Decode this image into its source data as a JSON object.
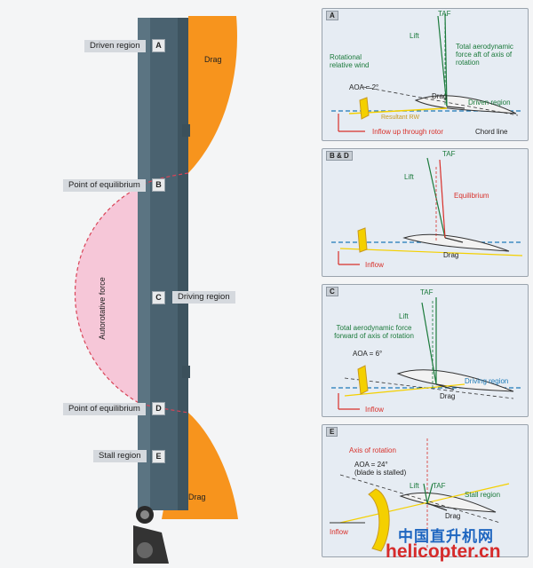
{
  "left_diagram": {
    "regions": [
      {
        "name": "Driven region",
        "letter": "A"
      },
      {
        "name": "Point of equilibrium",
        "letter": "B"
      },
      {
        "name": "Driving region",
        "letter": "C"
      },
      {
        "name": "Point of equilibrium",
        "letter": "D"
      },
      {
        "name": "Stall region",
        "letter": "E"
      }
    ],
    "drag_top": "Drag",
    "drag_bottom": "Drag",
    "autorotative_force": "Autorotative force",
    "colors": {
      "blade": "#4a6270",
      "drag_fill": "#f7941d",
      "autorotative_fill": "#f6c7d8",
      "dashed_curve": "#d94457"
    }
  },
  "panels": [
    {
      "title": "A",
      "labels": {
        "taf": "TAF",
        "lift": "Lift",
        "total_force": "Total aerodynamic force aft of axis of rotation",
        "rotational_wind": "Rotational relative wind",
        "aoa": "AOA = 2°",
        "drag": "Drag",
        "driven_region": "Driven region",
        "resultant_rw": "Resultant RW",
        "inflow": "Inflow up through rotor",
        "chord_line": "Chord line"
      }
    },
    {
      "title": "B & D",
      "labels": {
        "taf": "TAF",
        "lift": "Lift",
        "equilibrium": "Equilibrium",
        "drag": "Drag",
        "inflow": "Inflow"
      }
    },
    {
      "title": "C",
      "labels": {
        "taf": "TAF",
        "lift": "Lift",
        "total_force": "Total aerodynamic force forward of axis of rotation",
        "aoa": "AOA = 6°",
        "driving_region": "Driving region",
        "drag": "Drag",
        "inflow": "Inflow"
      }
    },
    {
      "title": "E",
      "labels": {
        "axis_rotation": "Axis of rotation",
        "aoa": "AOA = 24°",
        "stalled": "(blade is stalled)",
        "lift": "Lift",
        "taf": "TAF",
        "stall_region": "Stall region",
        "drag": "Drag",
        "inflow": "Inflow"
      }
    }
  ],
  "watermark": {
    "chinese": "中国直升机网",
    "url": "helicopter.cn"
  },
  "colors": {
    "green": "#1b7a3b",
    "red": "#d8302a",
    "blue": "#1c7ab8",
    "yellow": "#f4d000",
    "panel_bg": "#e6ecf3"
  }
}
